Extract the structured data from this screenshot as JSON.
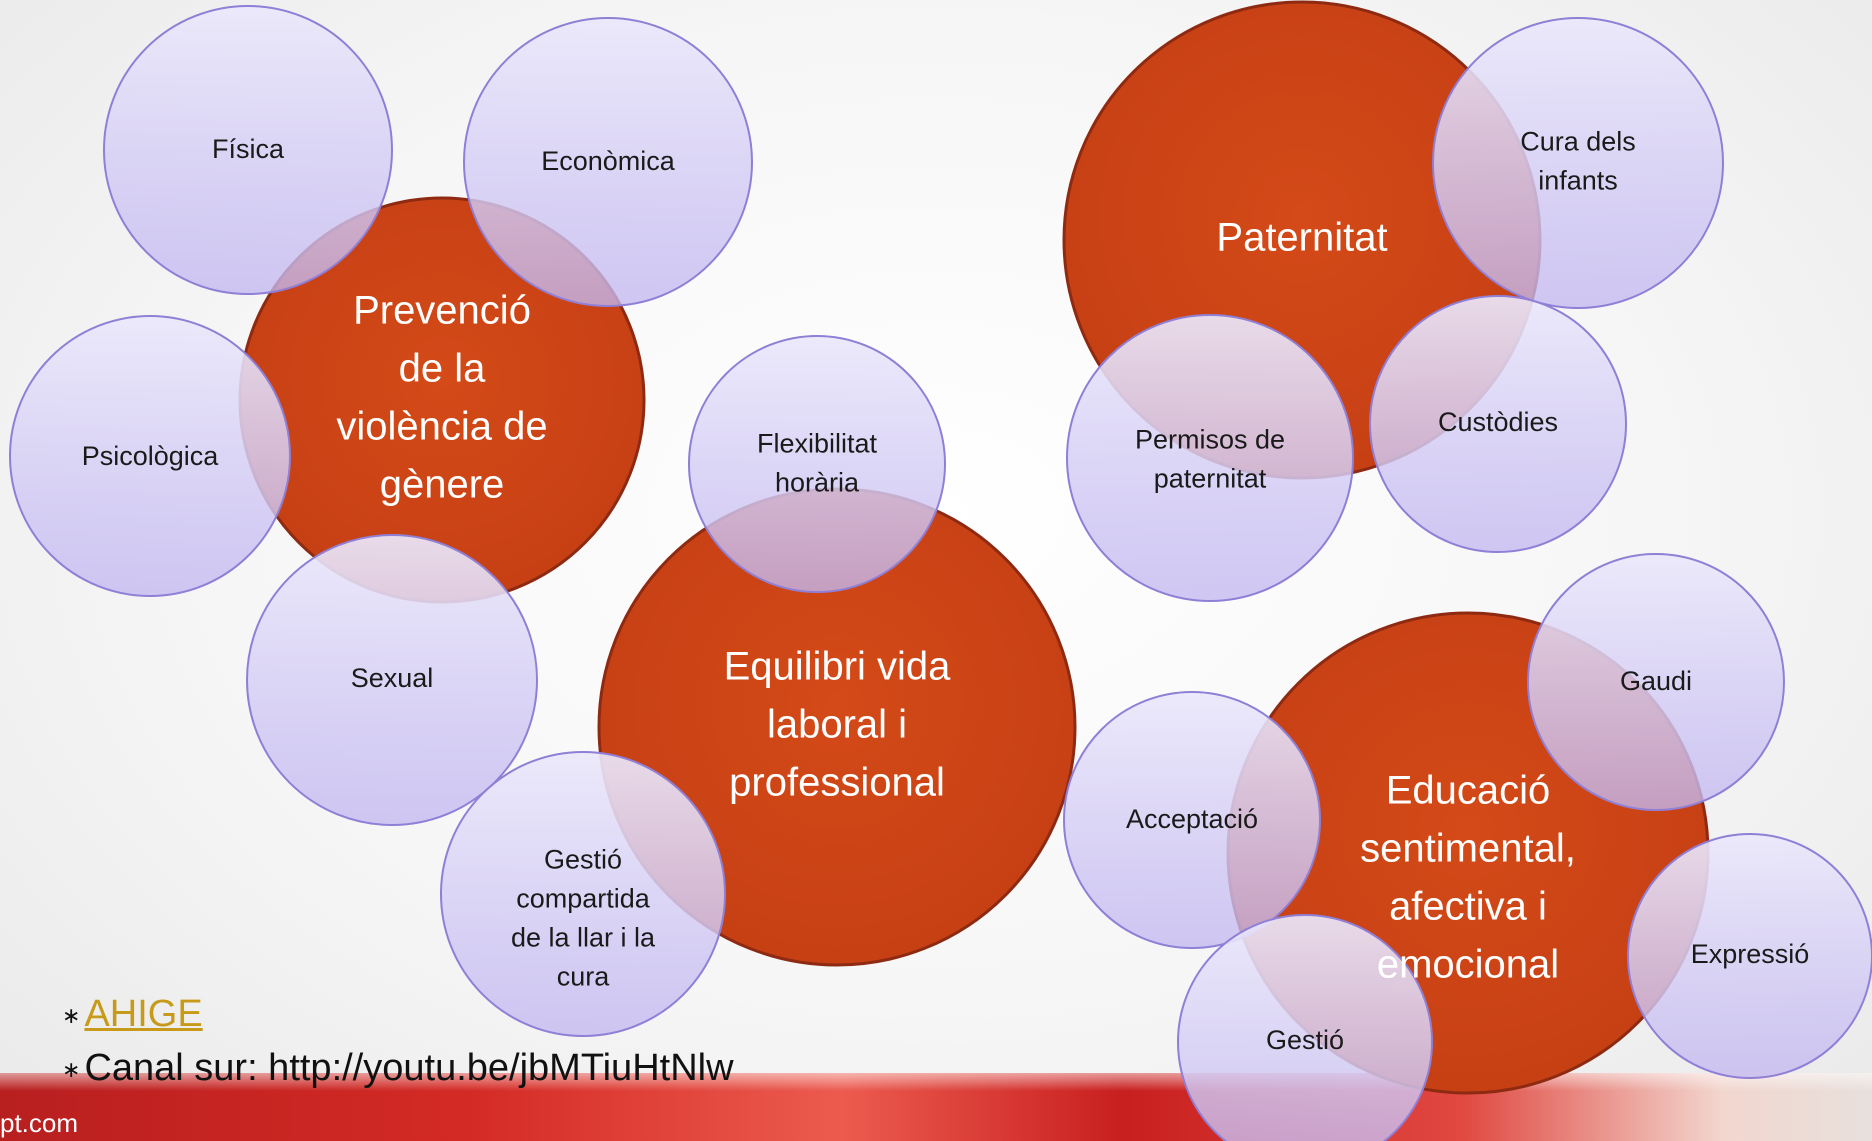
{
  "colors": {
    "main_fill": "#d24a18",
    "main_stroke": "#8e2a12",
    "satellite_fill": "#cdc4f0",
    "satellite_stroke": "#8f7fd6"
  },
  "clusters": [
    {
      "main": [
        "Prevenció",
        "de la",
        "violència de",
        "gènere"
      ],
      "satellites": [
        [
          "Física"
        ],
        [
          "Econòmica"
        ],
        [
          "Psicològica"
        ],
        [
          "Sexual"
        ]
      ]
    },
    {
      "main": [
        "Equilibri vida",
        "laboral i",
        "professional"
      ],
      "satellites": [
        [
          "Flexibilitat",
          "horària"
        ],
        [
          "Gestió",
          "compartida",
          "de la llar i la",
          "cura"
        ]
      ]
    },
    {
      "main": [
        "Paternitat"
      ],
      "satellites": [
        [
          "Cura dels",
          "infants"
        ],
        [
          "Permisos de",
          "paternitat"
        ],
        [
          "Custòdies"
        ]
      ]
    },
    {
      "main": [
        "Educació",
        "sentimental,",
        "afectiva i",
        "emocional"
      ],
      "satellites": [
        [
          "Gaudi"
        ],
        [
          "Acceptació"
        ],
        [
          "Expressió"
        ],
        [
          "Gestió"
        ]
      ]
    }
  ],
  "links": [
    {
      "bullet": "∗",
      "text": "AHIGE"
    },
    {
      "bullet": "∗",
      "text": "Canal sur: http://youtu.be/jbMTiuHtNlw"
    }
  ],
  "footer": {
    "site": "pt.com"
  }
}
